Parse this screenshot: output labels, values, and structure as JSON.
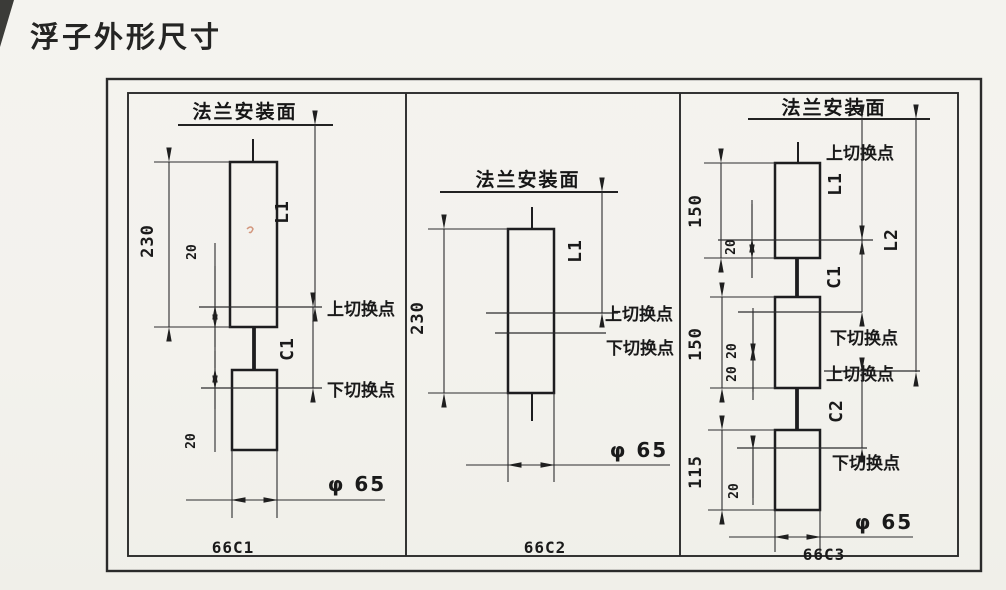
{
  "title": "浮子外形尺寸",
  "panels": {
    "p1": {
      "name": "66C1",
      "flange": "法兰安装面",
      "upper_switch": "上切换点",
      "lower_switch": "下切换点",
      "dims": {
        "total": "230",
        "top_offset": "20",
        "bottom_offset": "20",
        "l1": "L1",
        "c1": "C1",
        "diameter": "φ 65"
      }
    },
    "p2": {
      "name": "66C2",
      "flange": "法兰安装面",
      "upper_switch": "上切换点",
      "lower_switch": "下切换点",
      "dims": {
        "total": "230",
        "l1": "L1",
        "diameter": "φ 65"
      }
    },
    "p3": {
      "name": "66C3",
      "flange": "法兰安装面",
      "upper_switch_top": "上切换点",
      "lower_switch_mid": "下切换点",
      "upper_switch_mid": "上切换点",
      "lower_switch_bottom": "下切换点",
      "dims": {
        "float1": "150",
        "float2": "150",
        "float3": "115",
        "offset_a": "20",
        "offset_b": "20",
        "offset_c": "20",
        "offset_d": "20",
        "l1": "L1",
        "l2": "L2",
        "c1": "C1",
        "c2": "C2",
        "diameter": "φ 65"
      }
    }
  }
}
